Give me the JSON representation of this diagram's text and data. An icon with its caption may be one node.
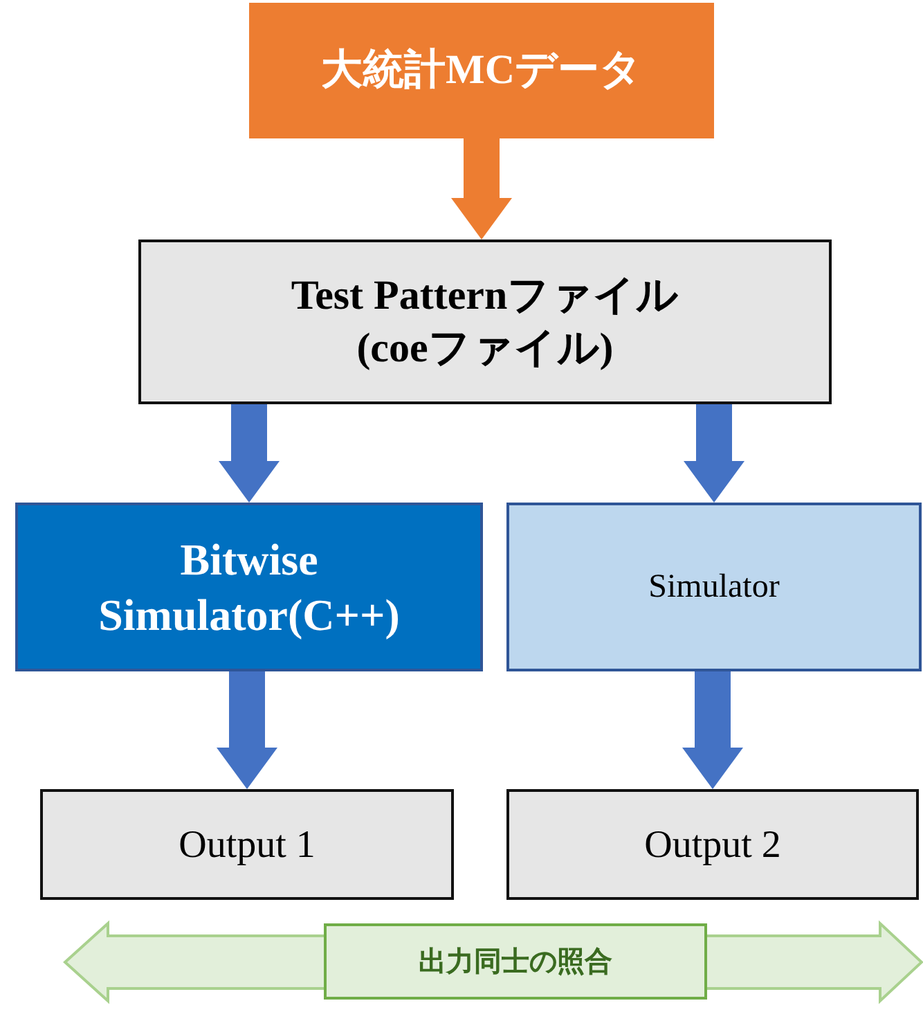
{
  "diagram": {
    "nodes": [
      {
        "text": [
          "大統計MCデータ"
        ]
      },
      {
        "text": [
          "Test Patternファイル (coeファイル)"
        ]
      },
      {
        "text": [
          "Bitwise Simulator(C++)"
        ]
      },
      {
        "text": [
          "Simulator"
        ]
      },
      {
        "text": [
          "Output 1"
        ]
      },
      {
        "text": [
          "Output 2"
        ]
      },
      {
        "text": [
          "出力同士の照合"
        ]
      }
    ],
    "edges": [
      {
        "from": 0,
        "to": 1,
        "arrow": "to",
        "style": "thick",
        "color": "#ed7d31"
      },
      {
        "from": 1,
        "to": 2,
        "arrow": "to",
        "style": "thick"
      },
      {
        "from": 1,
        "to": 3,
        "arrow": "to",
        "style": "thick"
      },
      {
        "from": 2,
        "to": 4,
        "arrow": "to",
        "style": "thick"
      },
      {
        "from": 3,
        "to": 5,
        "arrow": "to",
        "style": "thick"
      }
    ]
  }
}
